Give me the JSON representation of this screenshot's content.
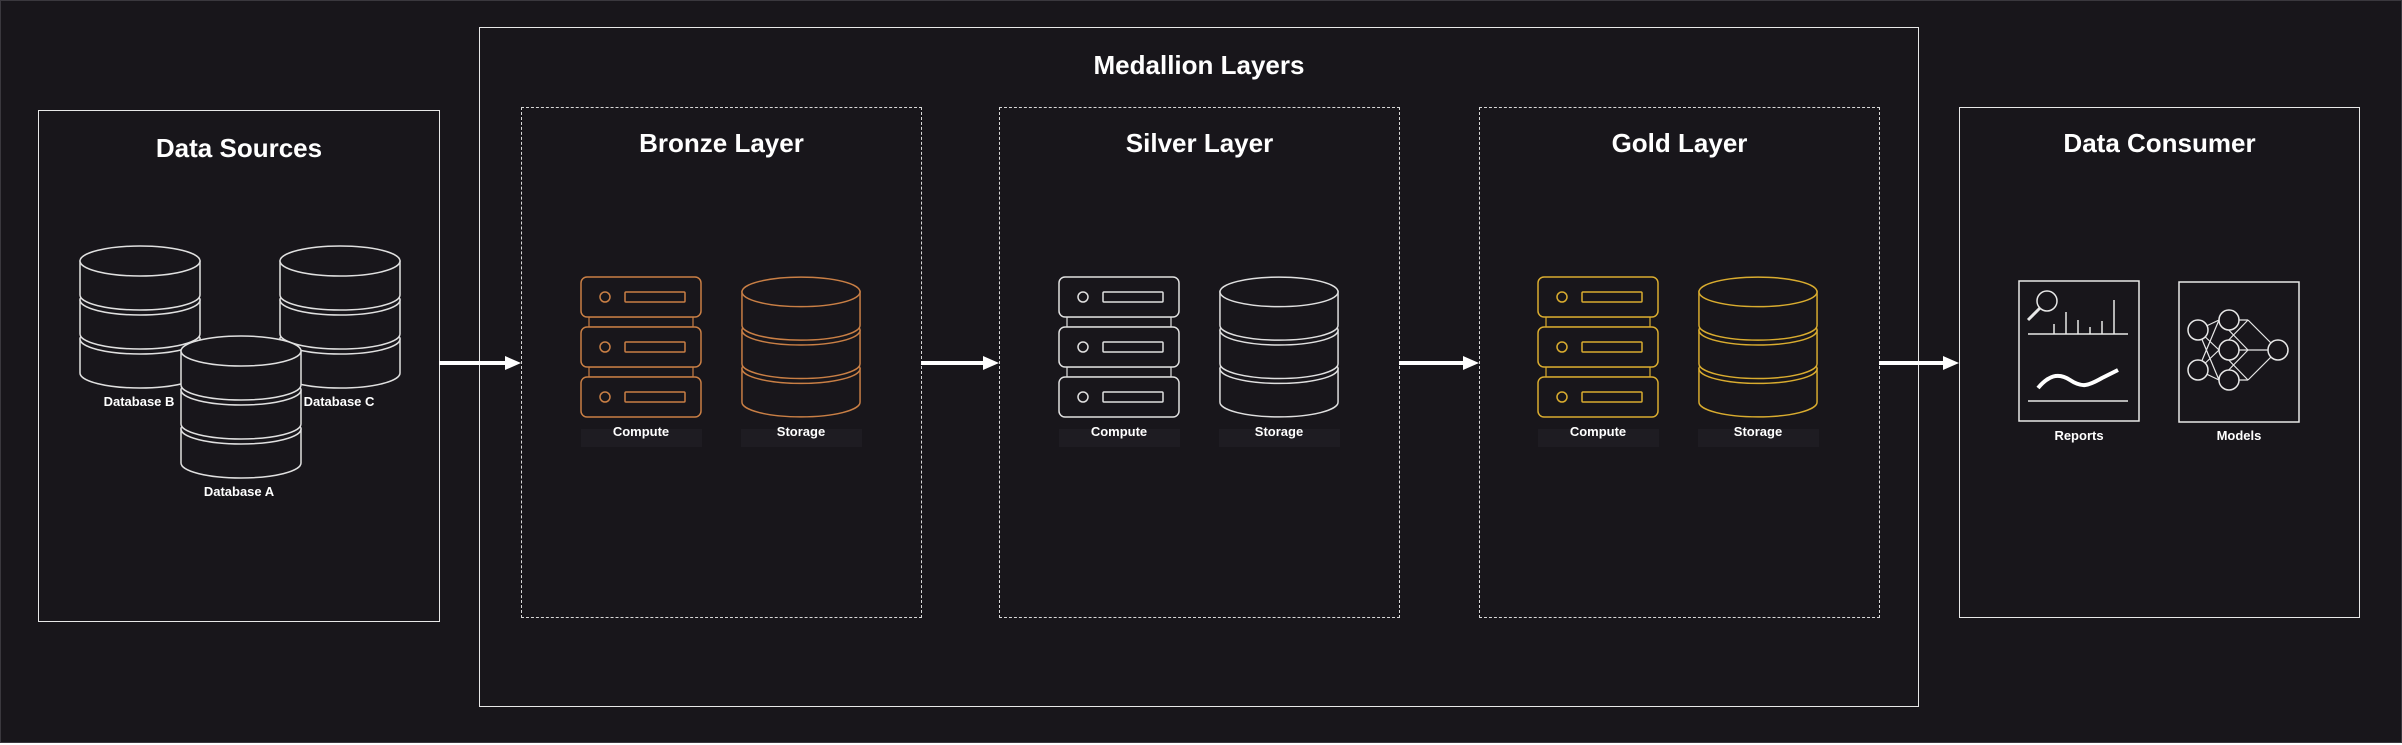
{
  "colors": {
    "background": "#18161b",
    "line": "#e8e8e8",
    "bronze": "#c97f45",
    "silver": "#e0e0e0",
    "gold": "#d9ac2f"
  },
  "sources": {
    "title": "Data Sources",
    "db_a": "Database A",
    "db_b": "Database B",
    "db_c": "Database C"
  },
  "medallion": {
    "title": "Medallion Layers"
  },
  "bronze": {
    "title": "Bronze Layer",
    "compute": "Compute",
    "storage": "Storage"
  },
  "silver": {
    "title": "Silver Layer",
    "compute": "Compute",
    "storage": "Storage"
  },
  "gold": {
    "title": "Gold Layer",
    "compute": "Compute",
    "storage": "Storage"
  },
  "consumer": {
    "title": "Data Consumer",
    "reports": "Reports",
    "models": "Models"
  },
  "icons": {
    "database": "database-icon",
    "server": "server-icon",
    "report": "report-icon",
    "model": "neural-network-icon",
    "arrow": "arrow-right-icon"
  }
}
